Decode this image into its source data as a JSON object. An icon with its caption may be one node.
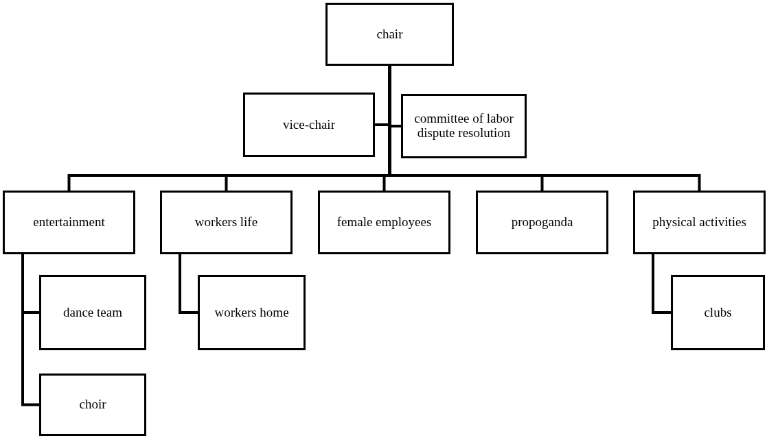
{
  "diagram": {
    "nodes": [
      {
        "text": [
          "chair"
        ]
      },
      {
        "text": [
          "vice-chair"
        ]
      },
      {
        "text": [
          "committee of labor dispute resolution"
        ]
      },
      {
        "text": [
          "entertainment"
        ]
      },
      {
        "text": [
          "workers life"
        ]
      },
      {
        "text": [
          "female employees"
        ]
      },
      {
        "text": [
          "propoganda"
        ]
      },
      {
        "text": [
          "physical activities"
        ]
      },
      {
        "text": [
          "dance team"
        ]
      },
      {
        "text": [
          "workers home"
        ]
      },
      {
        "text": [
          "clubs"
        ]
      },
      {
        "text": [
          "choir"
        ]
      }
    ],
    "edges": [
      {
        "from": 0,
        "to": 1,
        "arrow": "none"
      },
      {
        "from": 0,
        "to": 2,
        "arrow": "none"
      },
      {
        "from": 0,
        "to": 3,
        "arrow": "none"
      },
      {
        "from": 0,
        "to": 4,
        "arrow": "none"
      },
      {
        "from": 0,
        "to": 5,
        "arrow": "none"
      },
      {
        "from": 0,
        "to": 6,
        "arrow": "none"
      },
      {
        "from": 0,
        "to": 7,
        "arrow": "none"
      },
      {
        "from": 3,
        "to": 8,
        "arrow": "none"
      },
      {
        "from": 4,
        "to": 9,
        "arrow": "none"
      },
      {
        "from": 7,
        "to": 10,
        "arrow": "none"
      },
      {
        "from": 3,
        "to": 11,
        "arrow": "none"
      }
    ]
  }
}
